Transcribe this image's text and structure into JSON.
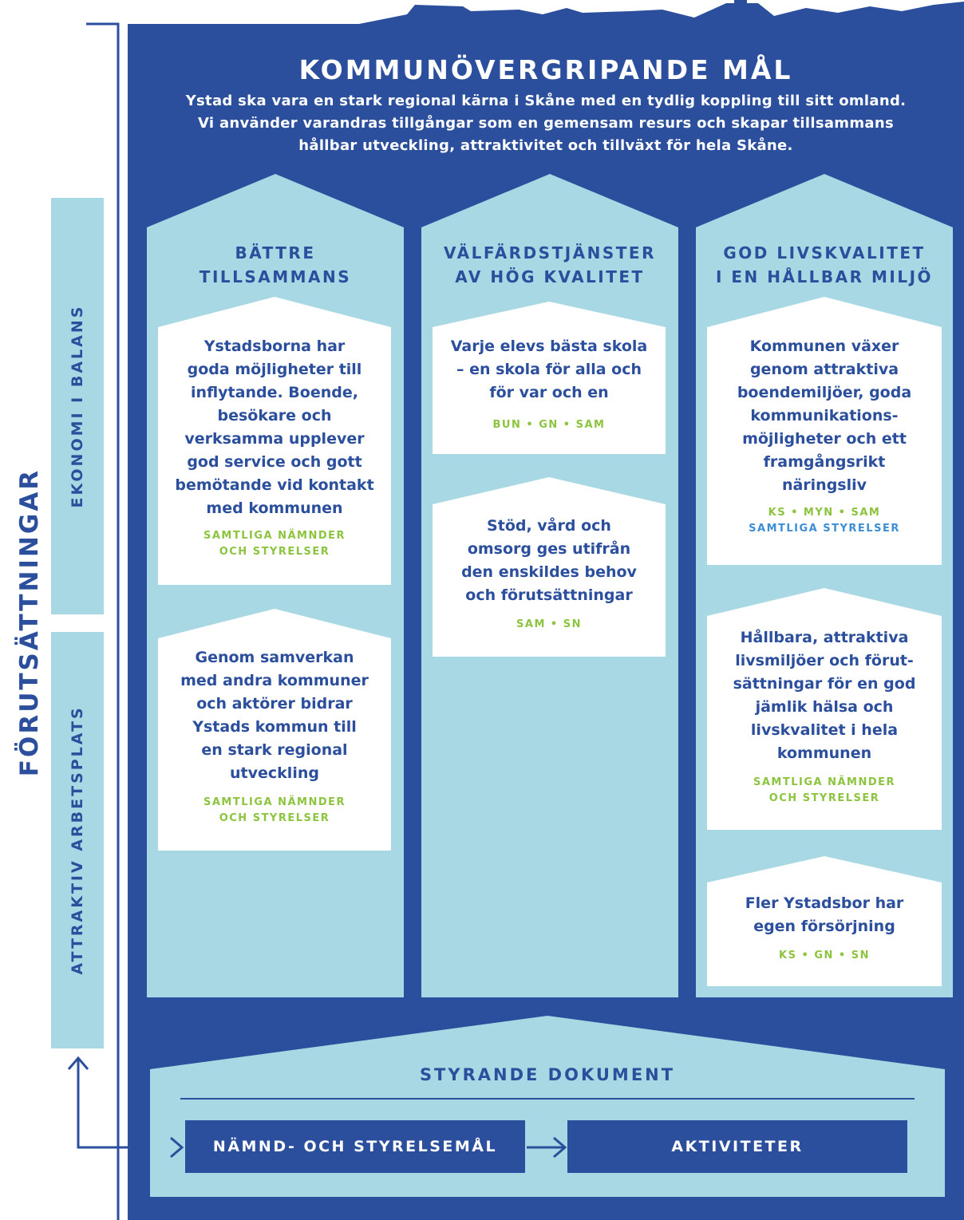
{
  "side": {
    "big_label": "FÖRUTSÄTTNINGAR",
    "top_label": "EKONOMI I BALANS",
    "bottom_label": "ATTRAKTIV ARBETSPLATS"
  },
  "header": {
    "title": "KOMMUNÖVERGRIPANDE MÅL",
    "line1": "Ystad ska vara en stark regional kärna i Skåne med en tydlig koppling till sitt omland.",
    "line2": "Vi använder varandras tillgångar som en gemensam resurs och skapar tillsammans",
    "line3": "hållbar utveckling, attraktivitet och tillväxt för hela Skåne."
  },
  "pillars": [
    {
      "title1": "BÄTTRE",
      "title2": "TILLSAMMANS",
      "cards": [
        {
          "lines": [
            "Ystadsborna har",
            "goda möjligheter till",
            "inflytande. Boende,",
            "besökare och",
            "verksamma upplever",
            "god service och gott",
            "bemötande vid kontakt",
            "med kommunen"
          ],
          "resp1": "SAMTLIGA NÄMNDER",
          "resp2": "OCH STYRELSER"
        },
        {
          "lines": [
            "Genom samverkan",
            "med andra kommuner",
            "och aktörer bidrar",
            "Ystads kommun till",
            "en stark regional",
            "utveckling"
          ],
          "resp1": "SAMTLIGA NÄMNDER",
          "resp2": "OCH STYRELSER"
        }
      ]
    },
    {
      "title1": "VÄLFÄRDSTJÄNSTER",
      "title2": "AV HÖG KVALITET",
      "cards": [
        {
          "lines": [
            "Varje elevs bästa skola",
            "– en skola för alla och",
            "för var och en"
          ],
          "resp1": "BUN • GN • SAM"
        },
        {
          "lines": [
            "Stöd, vård och",
            "omsorg ges utifrån",
            "den enskildes behov",
            "och förutsättningar"
          ],
          "resp1": "SAM • SN"
        }
      ]
    },
    {
      "title1": "GOD LIVSKVALITET",
      "title2": "I EN HÅLLBAR MILJÖ",
      "cards": [
        {
          "lines": [
            "Kommunen växer",
            "genom attraktiva",
            "boendemiljöer, goda",
            "kommunikations-",
            "möjligheter och ett",
            "framgångsrikt",
            "näringsliv"
          ],
          "resp1": "KS • MYN • SAM",
          "resp2": "SAMTLIGA STYRELSER"
        },
        {
          "lines": [
            "Hållbara, attraktiva",
            "livsmiljöer och förut-",
            "sättningar för en god",
            "jämlik hälsa och",
            "livskvalitet i hela",
            "kommunen"
          ],
          "resp1": "SAMTLIGA NÄMNDER",
          "resp2": "OCH STYRELSER"
        },
        {
          "lines": [
            "Fler Ystadsbor har",
            "egen försörjning"
          ],
          "resp1": "KS • GN • SN"
        }
      ]
    }
  ],
  "documents": {
    "title": "STYRANDE DOKUMENT",
    "box1": "NÄMND- OCH STYRELSEMÅL",
    "box2": "AKTIVITETER"
  },
  "colors": {
    "dark_blue": "#2b4f9c",
    "light_blue": "#a8d8e3",
    "green": "#8cc43f",
    "accent_blue": "#3d8ed4"
  }
}
